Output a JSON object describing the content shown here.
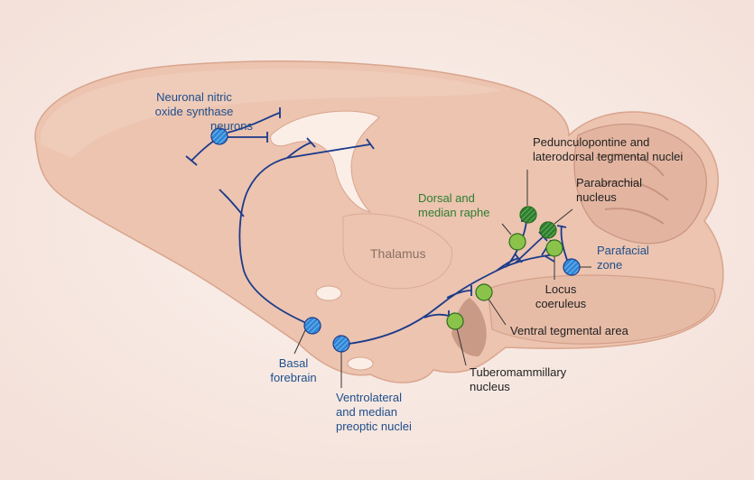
{
  "diagram": {
    "colors": {
      "background": "#f7e9e3",
      "brain": "#ecc4b0",
      "brain_shade": "#dca790",
      "pathway": "#1b3a8a",
      "sleep_node": "#2e86d6",
      "wake_node": "#8bc34a",
      "wake_node_dark": "#2e7d32",
      "label_blue": "#1f4e8c",
      "label_green": "#2e7d32",
      "label_dark": "#222222"
    },
    "regions": {
      "thalamus": "Thalamus"
    },
    "nodes": {
      "nnos": {
        "label": [
          "Neuronal nitric",
          "oxide synthase",
          "neurons"
        ],
        "type": "sleep-promoting"
      },
      "basal_forebrain": {
        "label": [
          "Basal",
          "forebrain"
        ],
        "type": "sleep-promoting"
      },
      "vlpo": {
        "label": [
          "Ventrolateral",
          "and median",
          "preoptic nuclei"
        ],
        "type": "sleep-promoting"
      },
      "parafacial": {
        "label": [
          "Parafacial",
          "zone"
        ],
        "type": "sleep-promoting"
      },
      "ppt_ldt": {
        "label": [
          "Pedunculopontine and",
          "laterodorsal tegmental nuclei"
        ],
        "type": "wake-promoting"
      },
      "parabrachial": {
        "label": [
          "Parabrachial",
          "nucleus"
        ],
        "type": "wake-promoting"
      },
      "raphe": {
        "label": [
          "Dorsal and",
          "median raphe"
        ],
        "type": "wake-promoting"
      },
      "locus_coeruleus": {
        "label": [
          "Locus",
          "coeruleus"
        ],
        "type": "wake-promoting"
      },
      "vta": {
        "label": [
          "Ventral tegmental area"
        ],
        "type": "wake-promoting"
      },
      "tmn": {
        "label": [
          "Tuberomammillary",
          "nucleus"
        ],
        "type": "wake-promoting"
      }
    }
  }
}
